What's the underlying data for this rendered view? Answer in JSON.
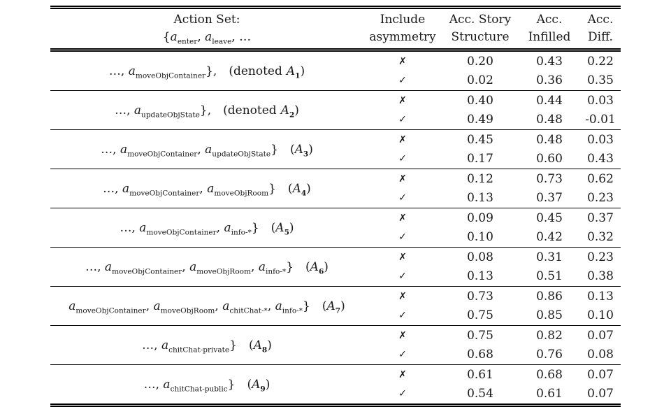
{
  "colors": {
    "background": "#ffffff",
    "text": "#1a1a1a",
    "rule": "#000000"
  },
  "symbols": {
    "var": "a",
    "sep": ", ",
    "ellipsis": "…, ",
    "paren_open": "(",
    "paren_close": ")",
    "set_letter": "A",
    "cross": "✗",
    "check": "✓"
  },
  "labels": {
    "denoted_word": "denoted"
  },
  "header": {
    "action": {
      "line1": "Action Set:",
      "brace": "{",
      "subs": [
        "enter",
        "leave"
      ],
      "tail": ", …"
    },
    "include_line1": "Include",
    "include_line2": "asymmetry",
    "story_line1": "Acc. Story",
    "story_line2": "Structure",
    "infilled_line1": "Acc.",
    "infilled_line2": "Infilled",
    "diff_line1": "Acc.",
    "diff_line2": "Diff."
  },
  "rows": [
    {
      "lead": true,
      "actions": [
        "moveObjContainer"
      ],
      "close": "},",
      "denoted": true,
      "index": "1",
      "cross": [
        "0.20",
        "0.43",
        "0.22"
      ],
      "check": [
        "0.02",
        "0.36",
        "0.35"
      ]
    },
    {
      "lead": true,
      "actions": [
        "updateObjState"
      ],
      "close": "},",
      "denoted": true,
      "index": "2",
      "cross": [
        "0.40",
        "0.44",
        "0.03"
      ],
      "check": [
        "0.49",
        "0.48",
        "-0.01"
      ]
    },
    {
      "lead": true,
      "actions": [
        "moveObjContainer",
        "updateObjState"
      ],
      "close": "}",
      "denoted": false,
      "index": "3",
      "cross": [
        "0.45",
        "0.48",
        "0.03"
      ],
      "check": [
        "0.17",
        "0.60",
        "0.43"
      ]
    },
    {
      "lead": true,
      "actions": [
        "moveObjContainer",
        "moveObjRoom"
      ],
      "close": "}",
      "denoted": false,
      "index": "4",
      "cross": [
        "0.12",
        "0.73",
        "0.62"
      ],
      "check": [
        "0.13",
        "0.37",
        "0.23"
      ]
    },
    {
      "lead": true,
      "actions": [
        "moveObjContainer",
        "info-*"
      ],
      "close": "}",
      "denoted": false,
      "index": "5",
      "cross": [
        "0.09",
        "0.45",
        "0.37"
      ],
      "check": [
        "0.10",
        "0.42",
        "0.32"
      ]
    },
    {
      "lead": true,
      "actions": [
        "moveObjContainer",
        "moveObjRoom",
        "info-*"
      ],
      "close": "}",
      "denoted": false,
      "index": "6",
      "cross": [
        "0.08",
        "0.31",
        "0.23"
      ],
      "check": [
        "0.13",
        "0.51",
        "0.38"
      ]
    },
    {
      "lead": false,
      "actions": [
        "moveObjContainer",
        "moveObjRoom",
        "chitChat-*",
        "info-*"
      ],
      "close": "}",
      "denoted": false,
      "index": "7",
      "cross": [
        "0.73",
        "0.86",
        "0.13"
      ],
      "check": [
        "0.75",
        "0.85",
        "0.10"
      ]
    },
    {
      "lead": true,
      "actions": [
        "chitChat-private"
      ],
      "close": "}",
      "denoted": false,
      "index": "8",
      "cross": [
        "0.75",
        "0.82",
        "0.07"
      ],
      "check": [
        "0.68",
        "0.76",
        "0.08"
      ]
    },
    {
      "lead": true,
      "actions": [
        "chitChat-public"
      ],
      "close": "}",
      "denoted": false,
      "index": "9",
      "cross": [
        "0.61",
        "0.68",
        "0.07"
      ],
      "check": [
        "0.54",
        "0.61",
        "0.07"
      ]
    }
  ]
}
